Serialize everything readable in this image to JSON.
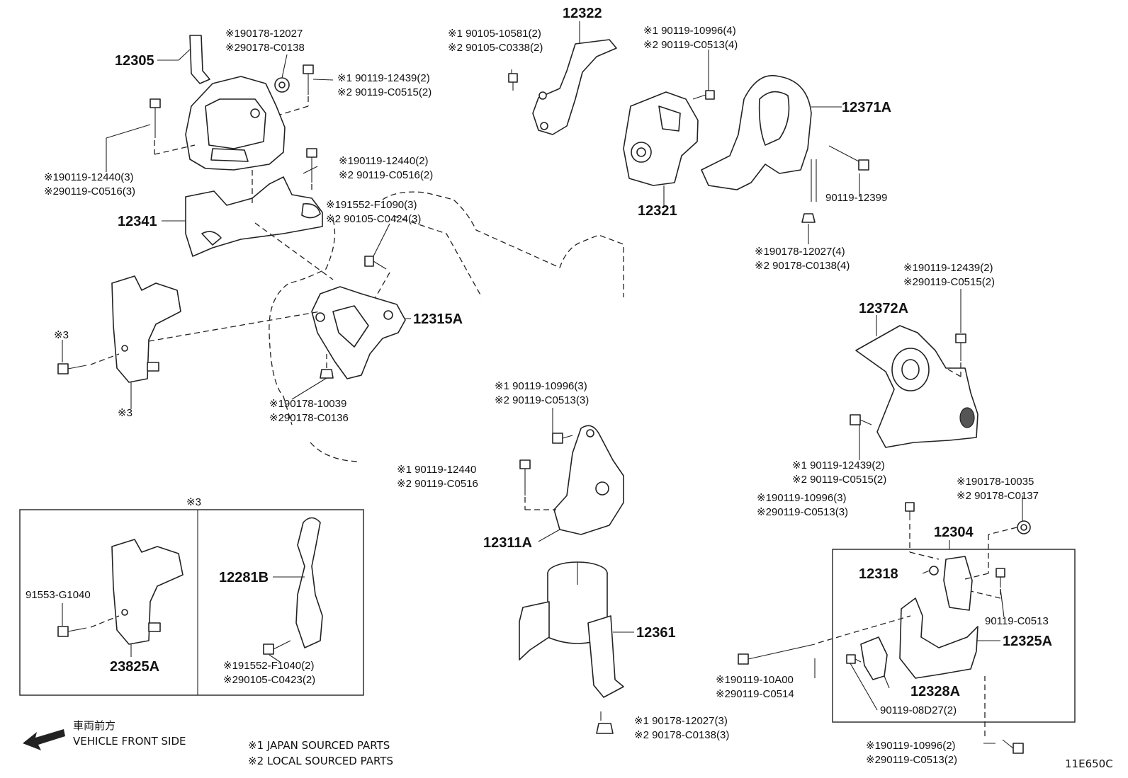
{
  "diagram_code": "11E650C",
  "legend": {
    "japan": "※1 JAPAN SOURCED PARTS",
    "local": "※2 LOCAL SOURCED PARTS",
    "front_jp": "車両前方",
    "front_en": "VEHICLE FRONT SIDE"
  },
  "parts": {
    "p12305": "12305",
    "p12341": "12341",
    "p12322": "12322",
    "p12321": "12321",
    "p12371A": "12371A",
    "p12315A": "12315A",
    "p12372A": "12372A",
    "p12311A": "12311A",
    "p12361": "12361",
    "p12304": "12304",
    "p12318": "12318",
    "p12325A": "12325A",
    "p12328A": "12328A",
    "p12281B": "12281B",
    "p23825A": "23825A",
    "p9011912399": "90119-12399",
    "p90119C0513": "90119-C0513",
    "p9011908D27": "90119-08D27(2)",
    "p91553G1040": "91553-G1040"
  },
  "fasteners": {
    "f1a": "※190178-12027",
    "f1b": "※290178-C0138",
    "f2a": "※1 90119-12439(2)",
    "f2b": "※2 90119-C0515(2)",
    "f3a": "※190119-12440(3)",
    "f3b": "※290119-C0516(3)",
    "f4a": "※190119-12440(2)",
    "f4b": "※2 90119-C0516(2)",
    "f5a": "※191552-F1090(3)",
    "f5b": "※2 90105-C0424(3)",
    "f6a": "※1 90105-10581(2)",
    "f6b": "※2 90105-C0338(2)",
    "f7a": "※1 90119-10996(4)",
    "f7b": "※2 90119-C0513(4)",
    "f8a": "※190178-12027(4)",
    "f8b": "※2 90178-C0138(4)",
    "f9a": "※190119-12439(2)",
    "f9b": "※290119-C0515(2)",
    "f10a": "※190178-10039",
    "f10b": "※290178-C0136",
    "f11a": "※1 90119-10996(3)",
    "f11b": "※2 90119-C0513(3)",
    "f12a": "※1 90119-12440",
    "f12b": "※2 90119-C0516",
    "f13a": "※1 90119-12439(2)",
    "f13b": "※2 90119-C0515(2)",
    "f14a": "※190119-10996(3)",
    "f14b": "※290119-C0513(3)",
    "f15a": "※190178-10035",
    "f15b": "※2 90178-C0137",
    "f16a": "※190119-10A00",
    "f16b": "※290119-C0514",
    "f17a": "※1 90178-12027(3)",
    "f17b": "※2 90178-C0138(3)",
    "f18a": "※190119-10996(2)",
    "f18b": "※290119-C0513(2)",
    "f19a": "※191552-F1040(2)",
    "f19b": "※290105-C0423(2)"
  },
  "markers": {
    "m3a": "※3",
    "m3b": "※3",
    "m3box": "※3"
  }
}
